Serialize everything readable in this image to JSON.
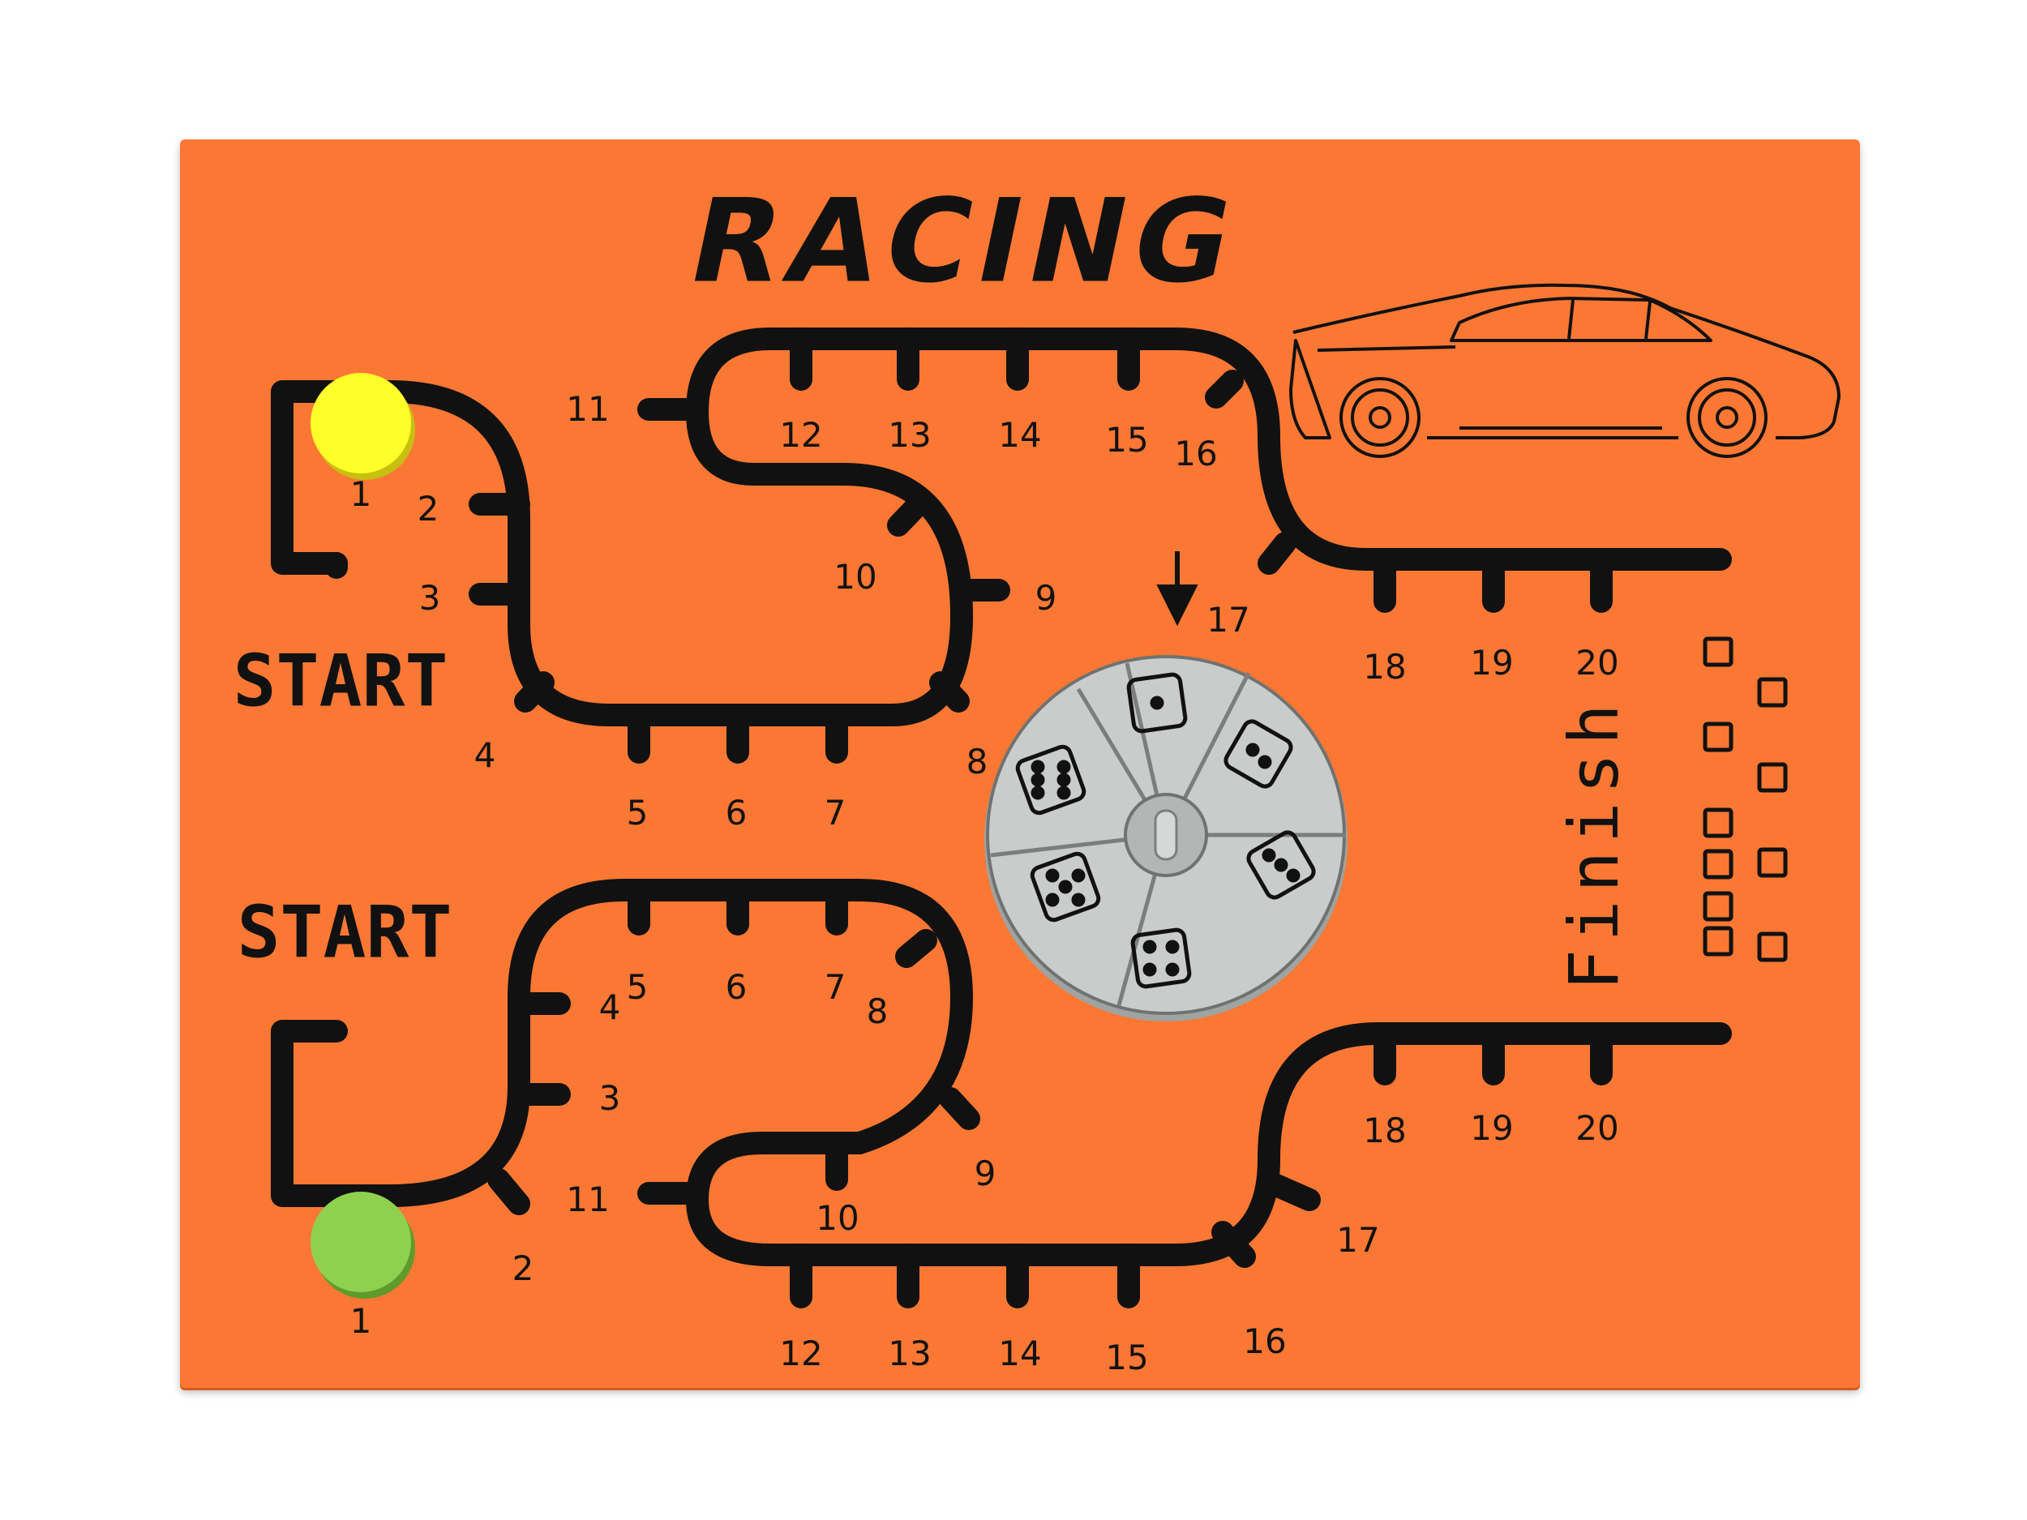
{
  "game": {
    "title": "RACING",
    "start_label_top": "START",
    "start_label_bottom": "START",
    "finish_label": "Finish",
    "colors": {
      "board": "#fb7834",
      "track": "#111111",
      "player_yellow": "#ffff2a",
      "player_green": "#8fd14f",
      "spinner": "#c9ccca"
    },
    "top_track_numbers": [
      "1",
      "2",
      "3",
      "4",
      "5",
      "6",
      "7",
      "8",
      "9",
      "10",
      "11",
      "12",
      "13",
      "14",
      "15",
      "16",
      "17",
      "18",
      "19",
      "20"
    ],
    "bottom_track_numbers": [
      "1",
      "2",
      "3",
      "4",
      "5",
      "6",
      "7",
      "8",
      "9",
      "10",
      "11",
      "12",
      "13",
      "14",
      "15",
      "16",
      "17",
      "18",
      "19",
      "20"
    ],
    "players": [
      {
        "name": "yellow-token",
        "track": "top",
        "space": 1
      },
      {
        "name": "green-token",
        "track": "bottom",
        "space": 1
      }
    ],
    "spinner_faces": [
      1,
      2,
      3,
      4,
      5,
      6
    ],
    "finish_boxes": 10,
    "icons": [
      "car-icon",
      "down-arrow-icon",
      "dice-spinner"
    ]
  }
}
